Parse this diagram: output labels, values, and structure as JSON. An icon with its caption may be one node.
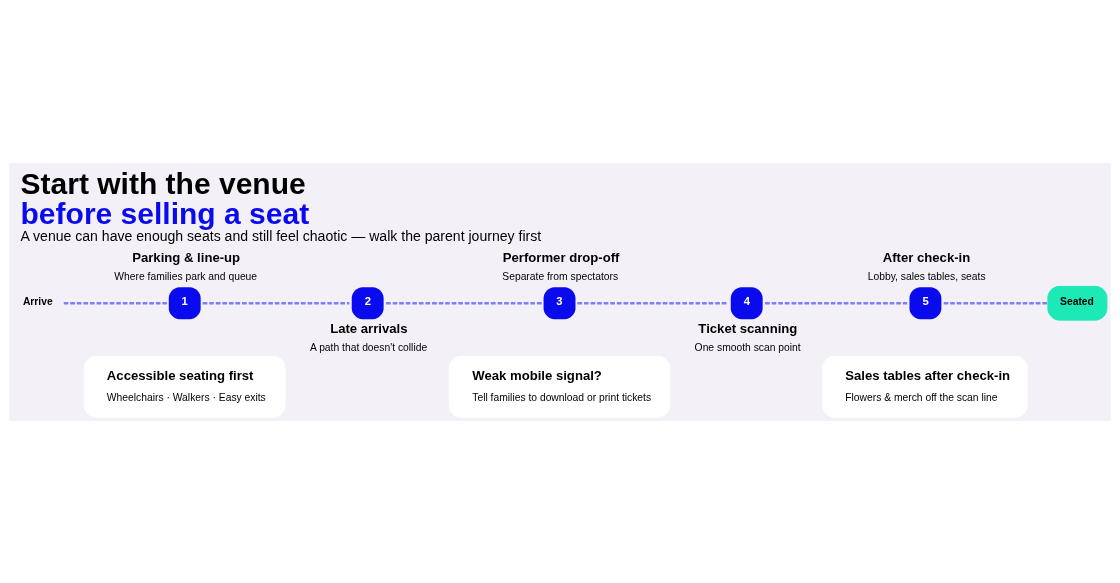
{
  "diagram": {
    "title": "Start with the venue before selling a seat",
    "caption": "A venue can have enough seats and still feel chaotic — walk the parent journey first",
    "nodes": [
      {
        "text": [
          "Arrive"
        ]
      },
      {
        "text": [
          "1"
        ],
        "beside": [
          "Parking & line-up",
          "Where families park and queue"
        ]
      },
      {
        "text": [
          "2"
        ],
        "beside": [
          "Late arrivals",
          "A path that doesn't collide"
        ]
      },
      {
        "text": [
          "3"
        ],
        "beside": [
          "Performer drop-off",
          "Separate from spectators"
        ]
      },
      {
        "text": [
          "4"
        ],
        "beside": [
          "Ticket scanning",
          "One smooth scan point"
        ]
      },
      {
        "text": [
          "5"
        ],
        "beside": [
          "After check-in",
          "Lobby, sales tables, seats"
        ]
      },
      {
        "text": [
          "Seated"
        ]
      },
      {
        "text": [
          "Accessible seating first",
          "Wheelchairs · Walkers · Easy exits"
        ]
      },
      {
        "text": [
          "Weak mobile signal?",
          "Tell families to download or print tickets"
        ]
      },
      {
        "text": [
          "Sales tables after check-in",
          "Flowers & merch off the scan line"
        ]
      }
    ],
    "edges": [
      {
        "from": 0,
        "to": 1,
        "arrow": "none",
        "style": "dashed"
      },
      {
        "from": 1,
        "to": 2,
        "arrow": "none",
        "style": "dashed"
      },
      {
        "from": 2,
        "to": 3,
        "arrow": "none",
        "style": "dashed"
      },
      {
        "from": 3,
        "to": 4,
        "arrow": "none",
        "style": "dashed"
      },
      {
        "from": 4,
        "to": 5,
        "arrow": "none",
        "style": "dashed"
      },
      {
        "from": 5,
        "to": 6,
        "arrow": "none",
        "style": "dashed"
      }
    ]
  }
}
